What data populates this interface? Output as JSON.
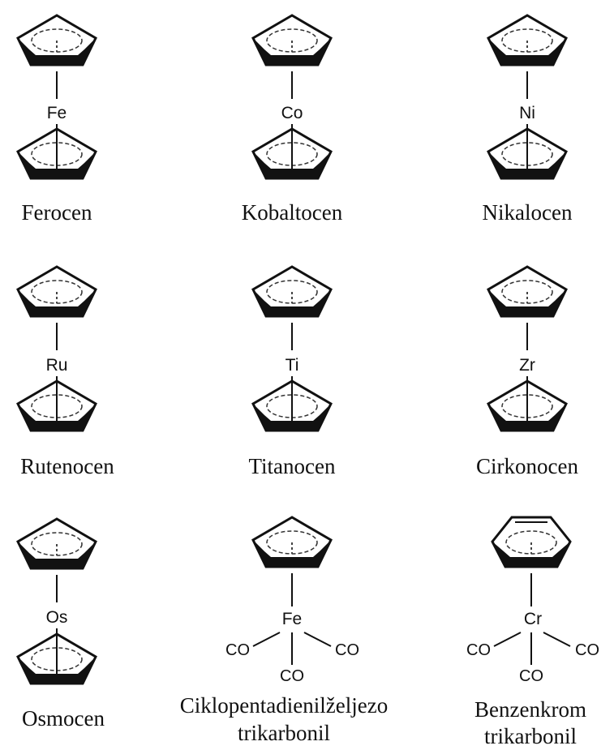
{
  "compounds": [
    {
      "metal": "Fe",
      "name": "Ferocen"
    },
    {
      "metal": "Co",
      "name": "Kobaltocen"
    },
    {
      "metal": "Ni",
      "name": "Nikalocen"
    },
    {
      "metal": "Ru",
      "name": "Rutenocen"
    },
    {
      "metal": "Ti",
      "name": "Titanocen"
    },
    {
      "metal": "Zr",
      "name": "Cirkonocen"
    },
    {
      "metal": "Os",
      "name": "Osmocen"
    },
    {
      "metal": "Fe",
      "name_line1": "Ciklopentadienilželjezo",
      "name_line2": "trikarbonil",
      "ligands": [
        "CO",
        "CO",
        "CO"
      ]
    },
    {
      "metal": "Cr",
      "name_line1": "Benzenkrom",
      "name_line2": "trikarbonil",
      "ligands": [
        "CO",
        "CO",
        "CO"
      ]
    }
  ]
}
